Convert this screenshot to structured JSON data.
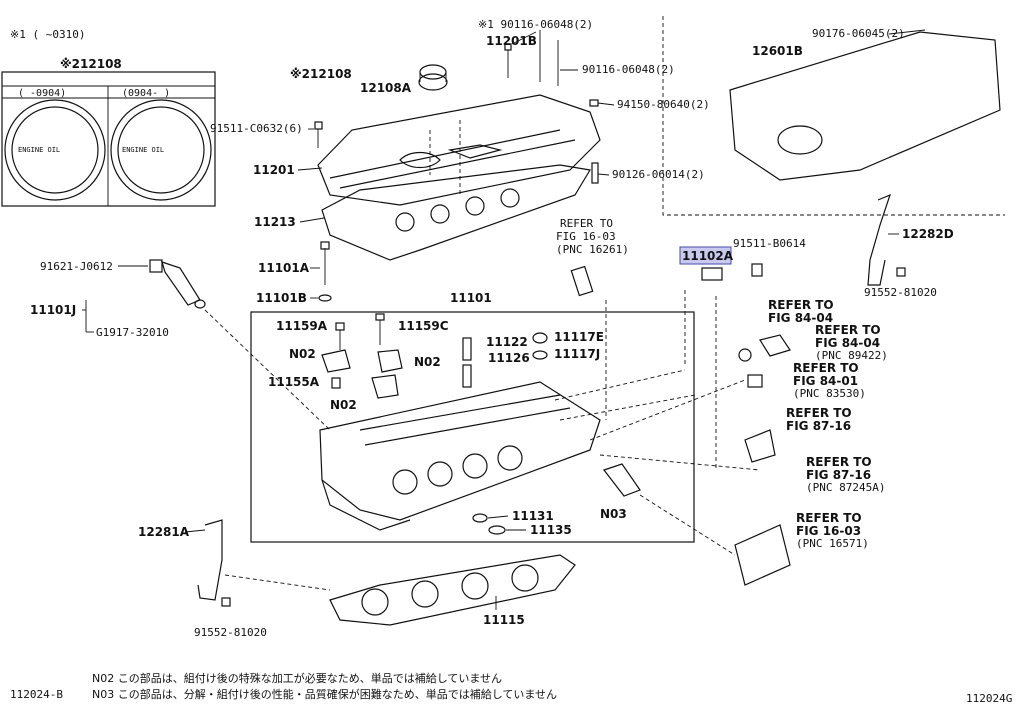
{
  "figure_id_left": "112024-B",
  "figure_id_right": "112024G",
  "header_note": "※1  (   ~0310)",
  "inset": {
    "title": "※212108",
    "col1": "(   -0904)",
    "col2": "(0904-   )",
    "cap_text": "ENGINE OIL"
  },
  "labels": {
    "p90116a": "※1 90116-06048(2)",
    "p11201b": "11201B",
    "p90116b": "90116-06048(2)",
    "p12108_note": "※212108",
    "p12108a": "12108A",
    "p94150": "94150-80640(2)",
    "p91511c": "91511-C0632(6)",
    "p11201": "11201",
    "p90126": "90126-06014(2)",
    "p90176": "90176-06045(2)",
    "p12601b": "12601B",
    "p11213": "11213",
    "refer_16_03_a": "REFER TO",
    "refer_16_03_a2": "FIG 16-03",
    "refer_16_03_a3": "(PNC 16261)",
    "p11102a": "11102A",
    "p91511b": "91511-B0614",
    "p12282d": "12282D",
    "p91621": "91621-J0612",
    "p11101a": "11101A",
    "p91552a": "91552-81020",
    "p11101b": "11101B",
    "p11101": "11101",
    "p11101j": "11101J",
    "pg1917": "G1917-32010",
    "p11159a": "11159A",
    "p11159c": "11159C",
    "p11122": "11122",
    "p11117e": "11117E",
    "p11117j": "11117J",
    "p11126": "11126",
    "pn02a": "N02",
    "pn02b": "N02",
    "pn02c": "N02",
    "p11155a": "11155A",
    "refer_84_04_a": "REFER TO",
    "refer_84_04_a2": "FIG 84-04",
    "refer_84_04_b": "REFER TO",
    "refer_84_04_b2": "FIG 84-04",
    "refer_84_04_b3": "(PNC 89422)",
    "refer_84_01": "REFER TO",
    "refer_84_01_2": "FIG 84-01",
    "refer_84_01_3": "(PNC 83530)",
    "refer_87_16_a": "REFER TO",
    "refer_87_16_a2": "FIG 87-16",
    "refer_87_16_b": "REFER TO",
    "refer_87_16_b2": "FIG 87-16",
    "refer_87_16_b3": "(PNC 87245A)",
    "refer_16_03_b": "REFER TO",
    "refer_16_03_b2": "FIG 16-03",
    "refer_16_03_b3": "(PNC 16571)",
    "p12281a": "12281A",
    "p11131": "11131",
    "p11135": "11135",
    "pn03": "N03",
    "p91552b": "91552-81020",
    "p11115": "11115"
  },
  "footnotes": {
    "n02": "N02  この部品は、組付け後の特殊な加工が必要なため、単品では補給していません",
    "n03": "N03  この部品は、分解・組付け後の性能・品質確保が困難なため、単品では補給していません"
  },
  "colors": {
    "highlight_fill": "#c9c9f0",
    "highlight_border": "#4a4aa8",
    "line": "#111111"
  }
}
